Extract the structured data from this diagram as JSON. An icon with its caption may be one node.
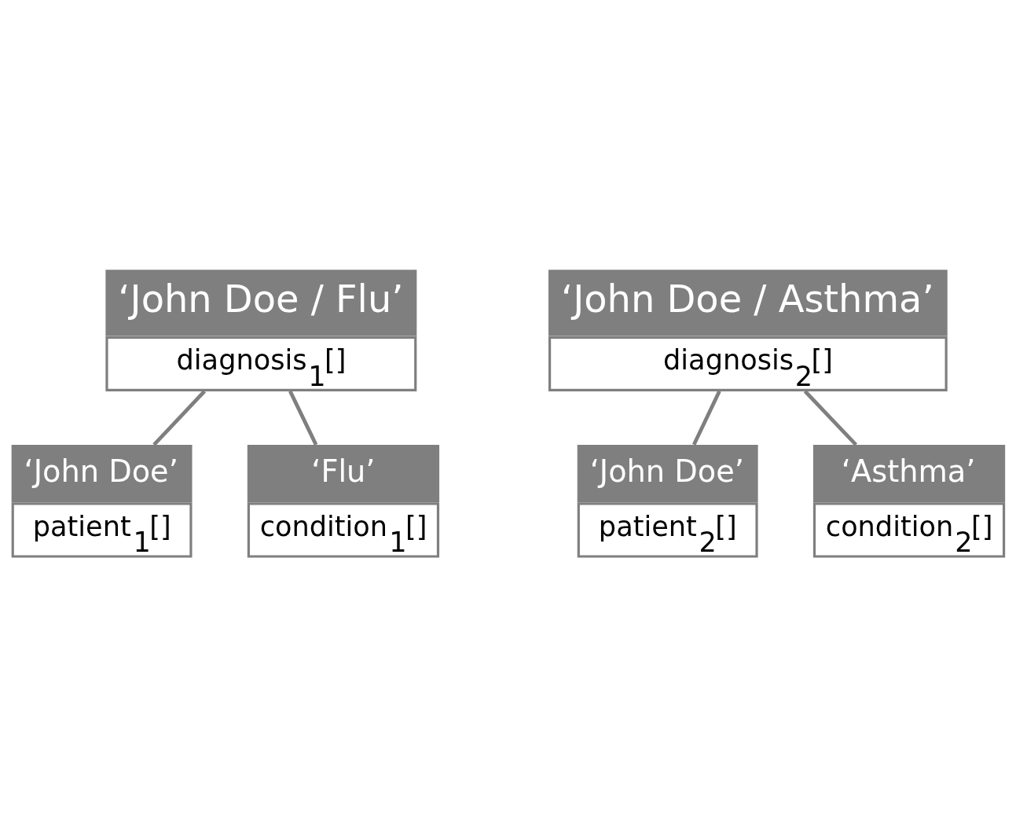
{
  "diagram": {
    "nodes": [
      {
        "text": [
          "‘John Doe / Flu’",
          "diagnosis$_{1}$[]"
        ]
      },
      {
        "text": [
          "‘John Doe’",
          "patient$_{1}$[]"
        ]
      },
      {
        "text": [
          "‘Flu’",
          "condition$_{1}$[]"
        ]
      },
      {
        "text": [
          "‘John Doe / Asthma’",
          "diagnosis$_{2}$[]"
        ]
      },
      {
        "text": [
          "‘John Doe’",
          "patient$_{2}$[]"
        ]
      },
      {
        "text": [
          "‘Asthma’",
          "condition$_{2}$[]"
        ]
      }
    ],
    "edges": [
      {
        "from": 0,
        "to": 1,
        "arrow": "none"
      },
      {
        "from": 0,
        "to": 2,
        "arrow": "none"
      },
      {
        "from": 3,
        "to": 4,
        "arrow": "none"
      },
      {
        "from": 3,
        "to": 5,
        "arrow": "none"
      }
    ]
  }
}
